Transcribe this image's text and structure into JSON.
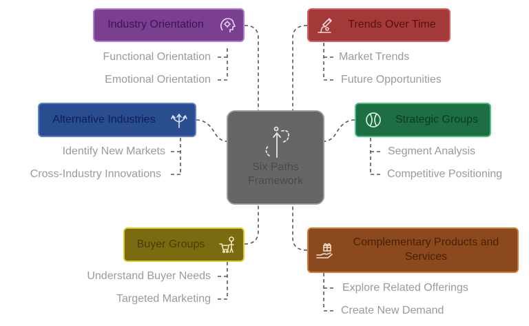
{
  "center": {
    "title_line1": "Six Paths",
    "title_line2": "Framework",
    "icon": "path-arrow-icon"
  },
  "nodes": {
    "industry_orientation": {
      "label": "Industry Orientation",
      "icon": "brain-gear-icon",
      "fill": "#7b3f8f",
      "border": "#a05cc0",
      "text": "#3d1256",
      "items": [
        "Functional Orientation",
        "Emotional Orientation"
      ]
    },
    "trends_over_time": {
      "label": "Trends Over Time",
      "icon": "microscope-icon",
      "fill": "#a33a3a",
      "border": "#cf4a4a",
      "text": "#5a0e0e",
      "items": [
        "Market Trends",
        "Future Opportunities"
      ]
    },
    "alternative_industries": {
      "label": "Alternative Industries",
      "icon": "branching-arrows-icon",
      "fill": "#2a4d8f",
      "border": "#4a70c0",
      "text": "#0b1f55",
      "items": [
        "Identify New Markets",
        "Cross-Industry Innovations"
      ]
    },
    "strategic_groups": {
      "label": "Strategic Groups",
      "icon": "sports-ball-icon",
      "fill": "#1e6e44",
      "border": "#3aa06a",
      "text": "#0a3a1f",
      "items": [
        "Segment Analysis",
        "Competitive Positioning"
      ]
    },
    "buyer_groups": {
      "label": "Buyer Groups",
      "icon": "shopper-cart-icon",
      "fill": "#7a6a10",
      "border": "#c9b52a",
      "text": "#4a3d00",
      "items": [
        "Understand Buyer Needs",
        "Targeted Marketing"
      ]
    },
    "complementary_products": {
      "label": "Complementary Products and Services",
      "icon": "hand-gift-icon",
      "fill": "#8a4a1e",
      "border": "#c06a30",
      "text": "#4a2000",
      "items": [
        "Explore Related Offerings",
        "Create New Demand"
      ]
    }
  }
}
